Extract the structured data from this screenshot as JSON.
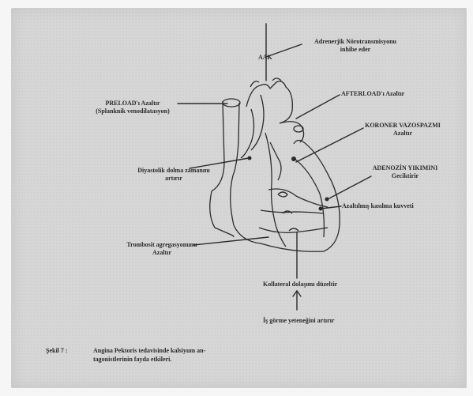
{
  "labels": {
    "aak": "AAK",
    "adrenergic_line1": "Adrenerjik Nörotransmisyonu",
    "adrenergic_line2": "inhibe eder",
    "preload_line1": "PRELOAD'ı Azaltır",
    "preload_line2": "(Splanknik venodilatasyon)",
    "afterload": "AFTERLOAD'ı Azaltır",
    "coronary_line1": "KORONER VAZOSPAZMI",
    "coronary_line2": "Azaltır",
    "adenosine_line1": "ADENOZİN YIKIMINI",
    "adenosine_line2": "Geciktirir",
    "diastolic_line1": "Diyastolik dolma zamanını",
    "diastolic_line2": "artırır",
    "contractility": "Azaltılmış kasılma kuvveti",
    "thrombocyte_line1": "Trombosit agregasyonunu",
    "thrombocyte_line2": "Azaltır",
    "collateral": "Kollateral dolaşımı düzeltir",
    "exercise": "İş görme yeteneğini artırır"
  },
  "caption": {
    "number": "Şekil 7 :",
    "line1": "Angina Pektoris tedavisinde kalsiyum an-",
    "line2": "tagonistlerinin fayda etkileri."
  }
}
